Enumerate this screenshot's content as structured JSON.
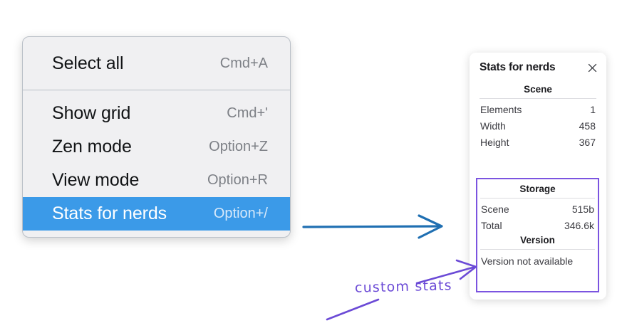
{
  "menu": {
    "groups": [
      {
        "items": [
          {
            "label": "Select all",
            "shortcut": "Cmd+A",
            "selected": false
          }
        ]
      },
      {
        "items": [
          {
            "label": "Show grid",
            "shortcut": "Cmd+'",
            "selected": false
          },
          {
            "label": "Zen mode",
            "shortcut": "Option+Z",
            "selected": false
          },
          {
            "label": "View mode",
            "shortcut": "Option+R",
            "selected": false
          },
          {
            "label": "Stats for nerds",
            "shortcut": "Option+/",
            "selected": true
          }
        ]
      }
    ],
    "selected_color": "#3b9ae8"
  },
  "stats_panel": {
    "title": "Stats for nerds",
    "close_icon": "close-icon",
    "scene": {
      "heading": "Scene",
      "rows": [
        {
          "label": "Elements",
          "value": "1"
        },
        {
          "label": "Width",
          "value": "458"
        },
        {
          "label": "Height",
          "value": "367"
        }
      ]
    },
    "storage": {
      "heading": "Storage",
      "rows": [
        {
          "label": "Scene",
          "value": "515b"
        },
        {
          "label": "Total",
          "value": "346.6k"
        }
      ]
    },
    "version": {
      "heading": "Version",
      "text": "Version not available"
    }
  },
  "annotations": {
    "handwritten_note": "custom stats",
    "note_color": "#6b4ad6",
    "highlight_color": "#7b54e0",
    "arrow_color": "#1f6fb2"
  }
}
